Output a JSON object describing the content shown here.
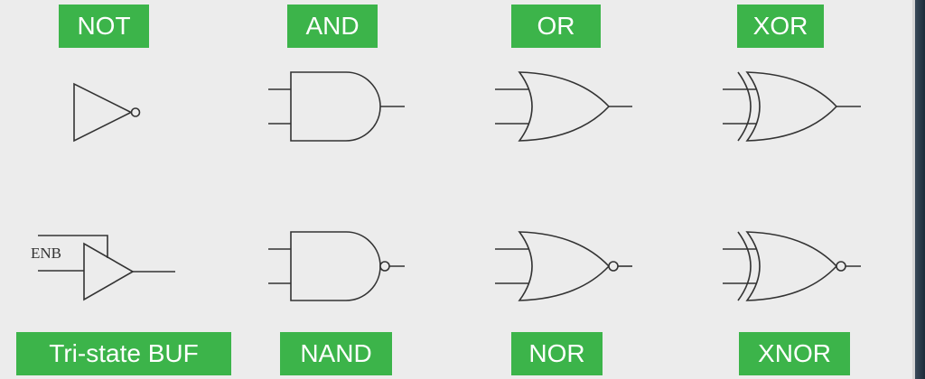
{
  "labels": {
    "not": "NOT",
    "and": "AND",
    "or": "OR",
    "xor": "XOR",
    "tristate": "Tri-state BUF",
    "nand": "NAND",
    "nor": "NOR",
    "xnor": "XNOR"
  },
  "tristate_enable_label": "ENB",
  "colors": {
    "label_bg": "#3cb44a",
    "label_text": "#ffffff",
    "board_bg": "#ececec",
    "stroke": "#333333",
    "frame": "#27384a"
  }
}
